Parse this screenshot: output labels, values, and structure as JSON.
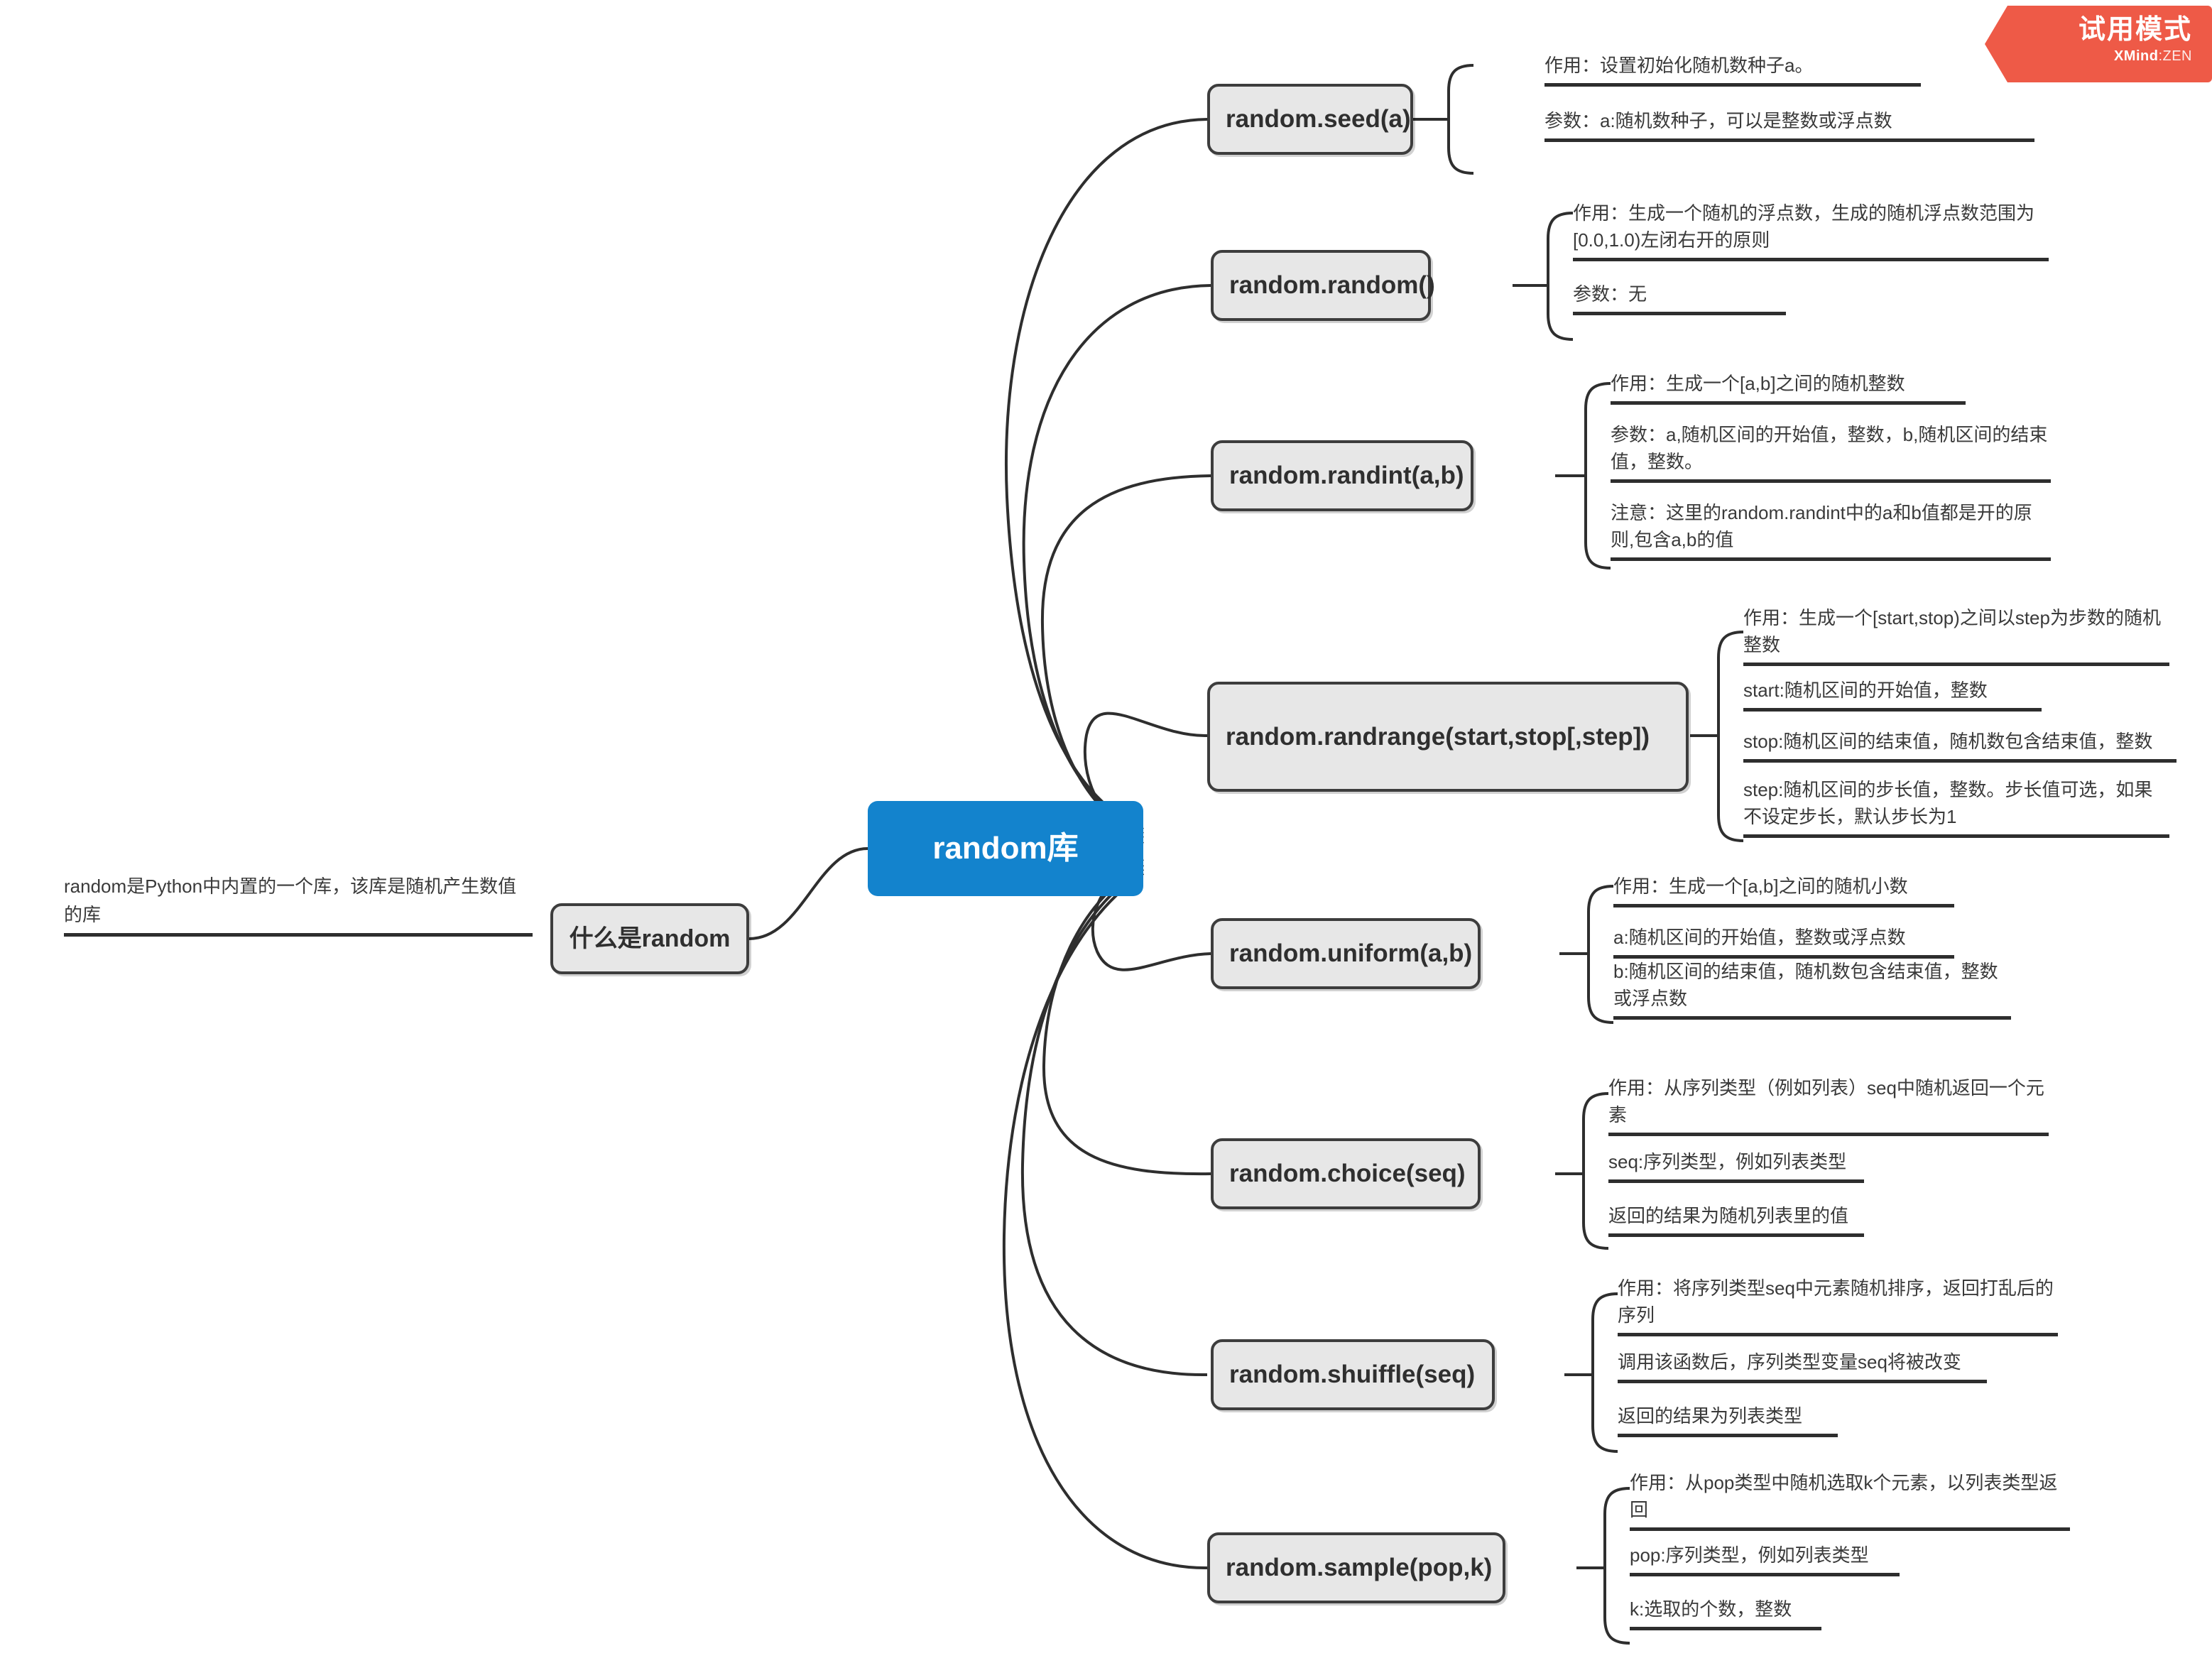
{
  "badge": {
    "title": "试用模式",
    "brand_bold": "XMind",
    "brand_sep": ":",
    "brand_light": "ZEN",
    "color": "#ee5a47"
  },
  "theme": {
    "root_color": "#1383cd",
    "node_fill": "#e7e7e7",
    "node_border": "#3d3d3d",
    "text_color": "#333333",
    "line_color": "#2e2e2e"
  },
  "root": {
    "label": "random库"
  },
  "left": {
    "label": "什么是random",
    "note": "random是Python中内置的一个库，该库是随机产生数值的库"
  },
  "branches": [
    {
      "label": "random.seed(a)",
      "children": [
        "作用：设置初始化随机数种子a。",
        "参数：a:随机数种子，可以是整数或浮点数"
      ]
    },
    {
      "label": "random.random()",
      "children": [
        "作用：生成一个随机的浮点数，生成的随机浮点数范围为[0.0,1.0)左闭右开的原则",
        "参数：无"
      ]
    },
    {
      "label": "random.randint(a,b)",
      "children": [
        "作用：生成一个[a,b]之间的随机整数",
        "参数：a,随机区间的开始值，整数，b,随机区间的结束值，整数。",
        "注意：这里的random.randint中的a和b值都是开的原则,包含a,b的值"
      ]
    },
    {
      "label": "random.randrange(start,stop[,step])",
      "children": [
        "作用：生成一个[start,stop)之间以step为步数的随机整数",
        "start:随机区间的开始值，整数",
        "stop:随机区间的结束值，随机数包含结束值，整数",
        "step:随机区间的步长值，整数。步长值可选，如果不设定步长，默认步长为1"
      ]
    },
    {
      "label": "random.uniform(a,b)",
      "children": [
        "作用：生成一个[a,b]之间的随机小数",
        "a:随机区间的开始值，整数或浮点数",
        "b:随机区间的结束值，随机数包含结束值，整数或浮点数"
      ]
    },
    {
      "label": "random.choice(seq)",
      "children": [
        "作用：从序列类型（例如列表）seq中随机返回一个元素",
        "seq:序列类型，例如列表类型",
        "返回的结果为随机列表里的值"
      ]
    },
    {
      "label": "random.shuiffle(seq)",
      "children": [
        "作用：将序列类型seq中元素随机排序，返回打乱后的序列",
        "调用该函数后，序列类型变量seq将被改变",
        "返回的结果为列表类型"
      ]
    },
    {
      "label": "random.sample(pop,k)",
      "children": [
        "作用：从pop类型中随机选取k个元素，以列表类型返回",
        "pop:序列类型，例如列表类型",
        "k:选取的个数，整数"
      ]
    }
  ]
}
